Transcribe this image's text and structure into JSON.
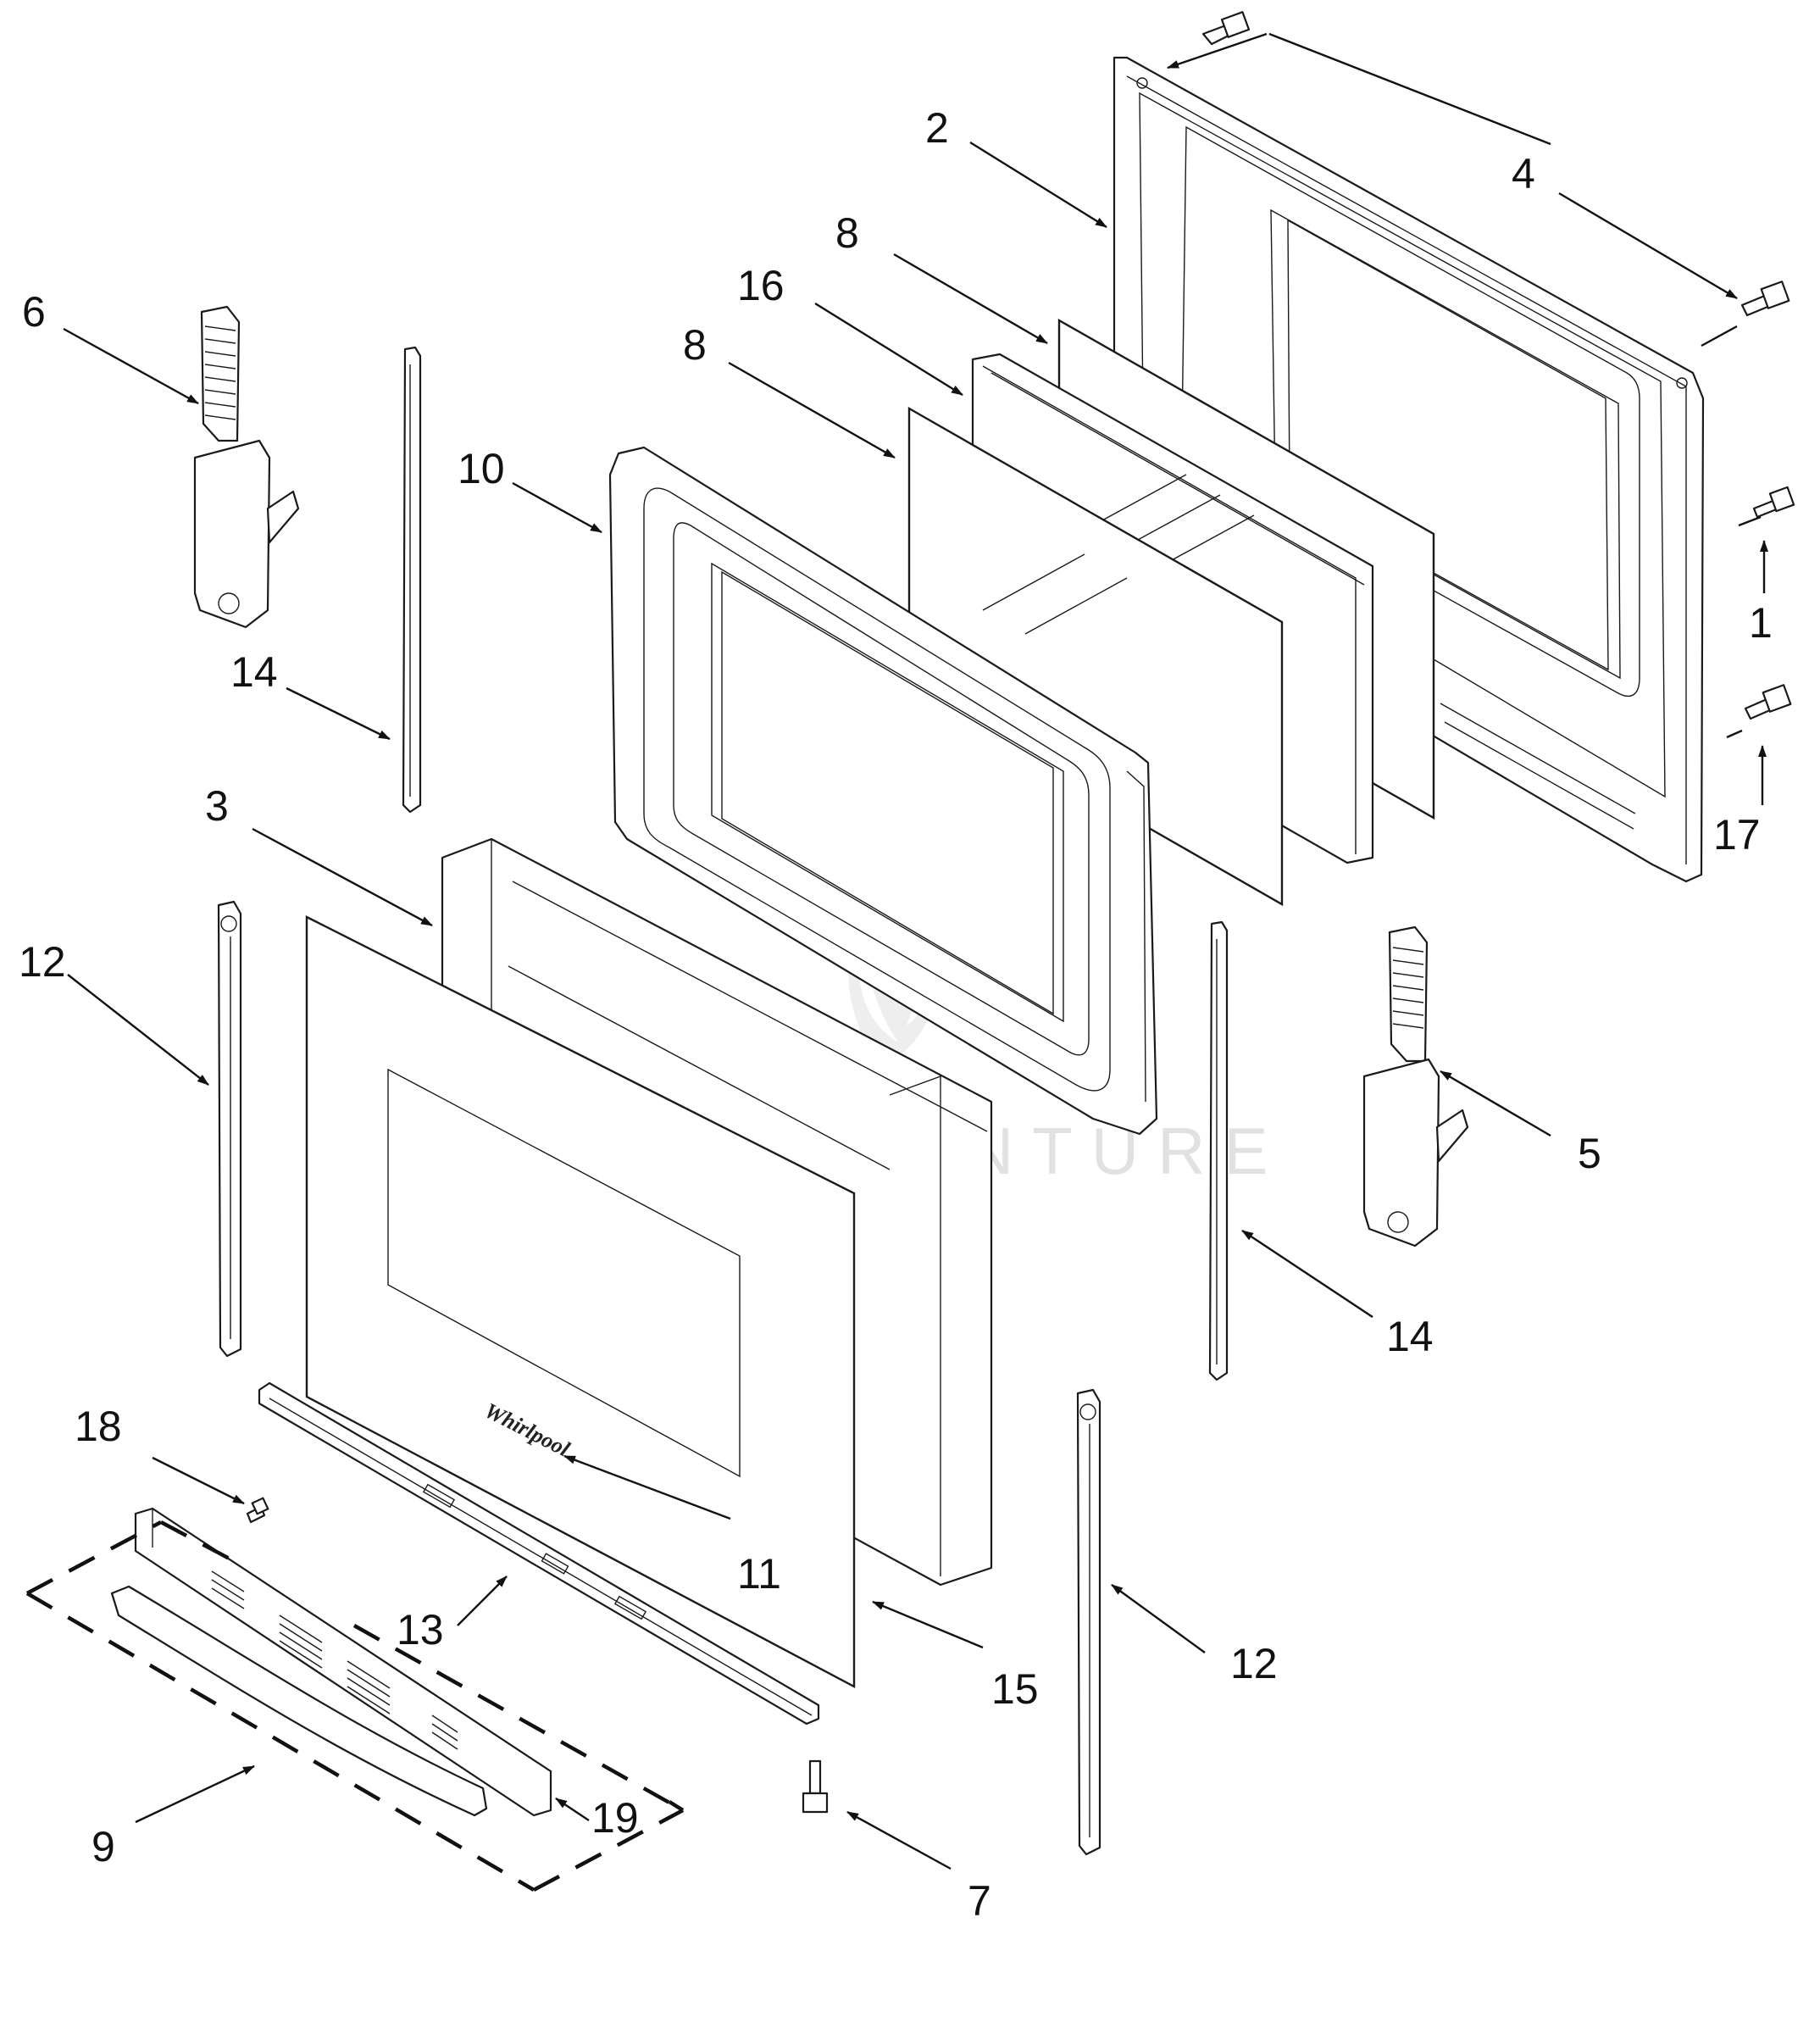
{
  "watermark": "LEADVENTURE",
  "brand_logo": "Whirlpool",
  "callouts": [
    {
      "id": "c1",
      "label": "1"
    },
    {
      "id": "c2",
      "label": "2"
    },
    {
      "id": "c3",
      "label": "3"
    },
    {
      "id": "c4",
      "label": "4"
    },
    {
      "id": "c5",
      "label": "5"
    },
    {
      "id": "c6",
      "label": "6"
    },
    {
      "id": "c7",
      "label": "7"
    },
    {
      "id": "c8a",
      "label": "8"
    },
    {
      "id": "c8b",
      "label": "8"
    },
    {
      "id": "c9",
      "label": "9"
    },
    {
      "id": "c10",
      "label": "10"
    },
    {
      "id": "c11",
      "label": "11"
    },
    {
      "id": "c12a",
      "label": "12"
    },
    {
      "id": "c12b",
      "label": "12"
    },
    {
      "id": "c13",
      "label": "13"
    },
    {
      "id": "c14a",
      "label": "14"
    },
    {
      "id": "c14b",
      "label": "14"
    },
    {
      "id": "c15",
      "label": "15"
    },
    {
      "id": "c16",
      "label": "16"
    },
    {
      "id": "c17",
      "label": "17"
    },
    {
      "id": "c18",
      "label": "18"
    },
    {
      "id": "c19",
      "label": "19"
    }
  ]
}
